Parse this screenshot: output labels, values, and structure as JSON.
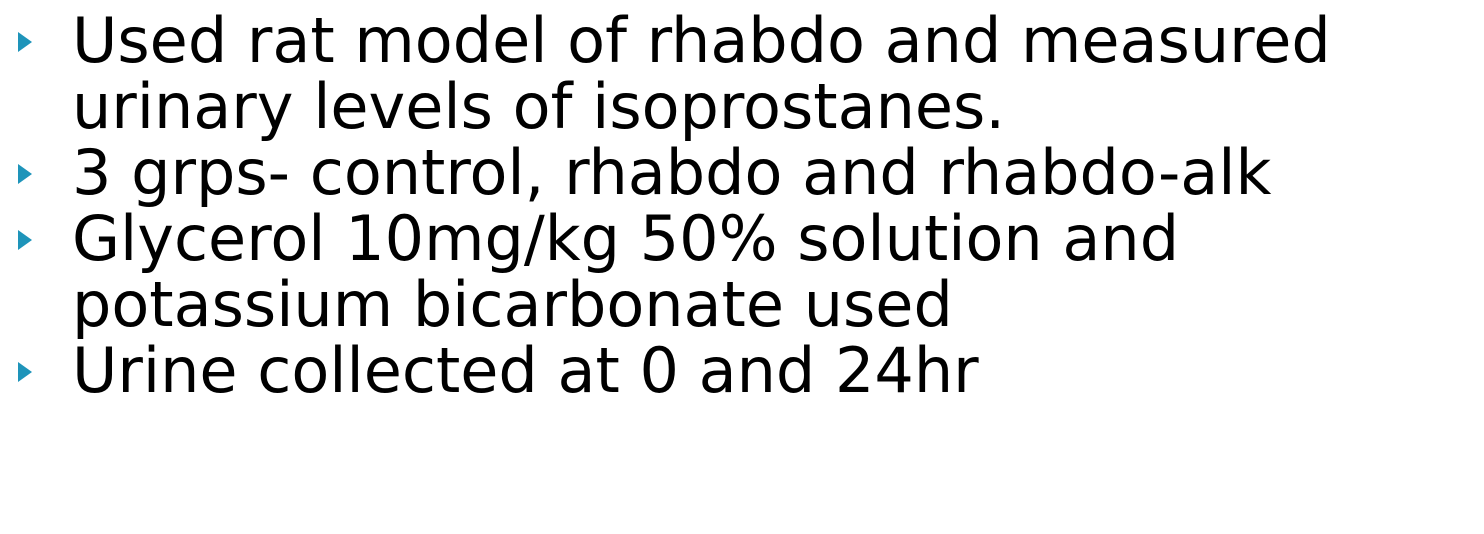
{
  "bullet_color": "#1e94ba",
  "bullets": [
    {
      "lines": [
        "Used rat model of rhabdo and measured",
        "urinary levels of isoprostanes."
      ]
    },
    {
      "lines": [
        "3 grps- control, rhabdo and rhabdo-alk"
      ]
    },
    {
      "lines": [
        "Glycerol 10mg/kg 50% solution and",
        "potassium bicarbonate used"
      ]
    },
    {
      "lines": [
        "Urine collected at 0 and 24hr"
      ]
    }
  ]
}
